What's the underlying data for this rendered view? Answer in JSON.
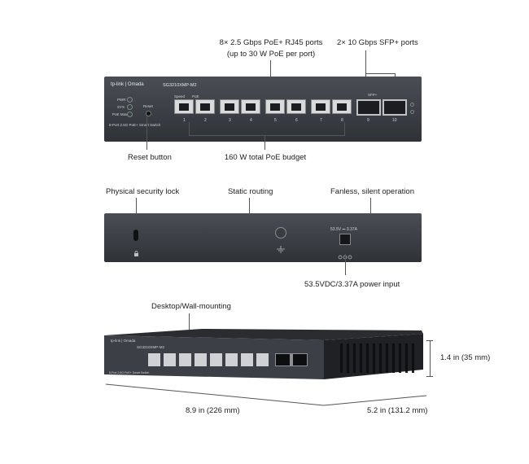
{
  "callouts": {
    "rj45": "8× 2.5 Gbps PoE+ RJ45 ports",
    "rj45_sub": "(up to 30 W PoE per port)",
    "sfp": "2× 10 Gbps SFP+ ports",
    "reset": "Reset button",
    "poe_budget": "160 W total PoE budget",
    "lock": "Physical security lock",
    "routing": "Static routing",
    "fanless": "Fanless, silent operation",
    "power": "53.5VDC/3.37A power input",
    "mounting": "Desktop/Wall-mounting",
    "height": "1.4 in (35 mm)",
    "width": "8.9 in (226 mm)",
    "depth": "5.2 in (131.2 mm)"
  },
  "device": {
    "brand": "tp-link | Omada",
    "model": "SG3210XMP-M2",
    "leds": [
      "PWR",
      "SYS",
      "PoE Max"
    ],
    "reset_label": "Reset",
    "speed_label": "Speed",
    "poe_label": "PoE",
    "bottom_text": "8-Port 2.5G PoE+ Smart Switch",
    "sfp_label": "SFP+",
    "port_numbers": [
      "1",
      "2",
      "3",
      "4",
      "5",
      "6",
      "7",
      "8",
      "9",
      "10"
    ],
    "power_rating": "53.5V ⎓ 3.37A"
  },
  "icon_names": [
    "lock-icon",
    "ground-icon",
    "power-polarity-icon"
  ]
}
